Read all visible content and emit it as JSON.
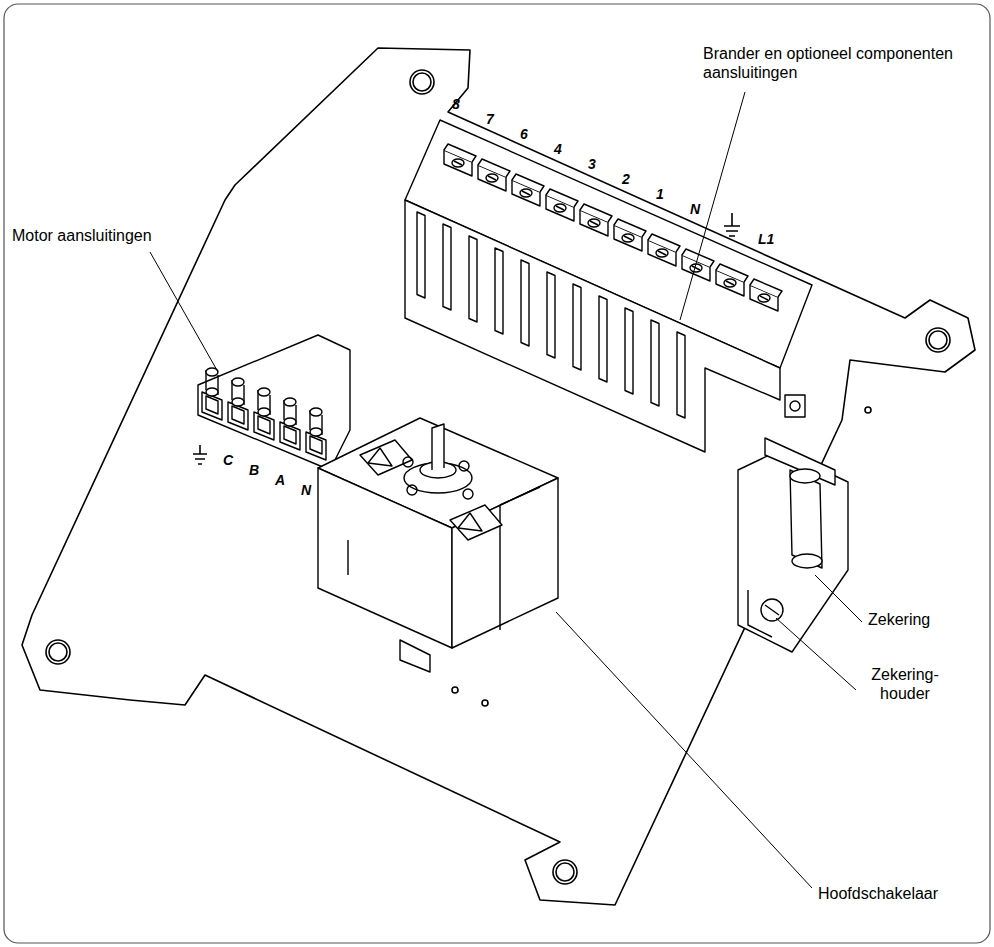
{
  "diagram": {
    "labels": [
      "Brander en optioneel componenten aansluitingen",
      "8",
      "7",
      "6",
      "4",
      "3",
      "2",
      "1",
      "N",
      "L1",
      "Motor aansluitingen",
      "C",
      "B",
      "A",
      "N",
      "Zekering",
      "Zekering- houder",
      "Hoofdschakelaar"
    ]
  }
}
